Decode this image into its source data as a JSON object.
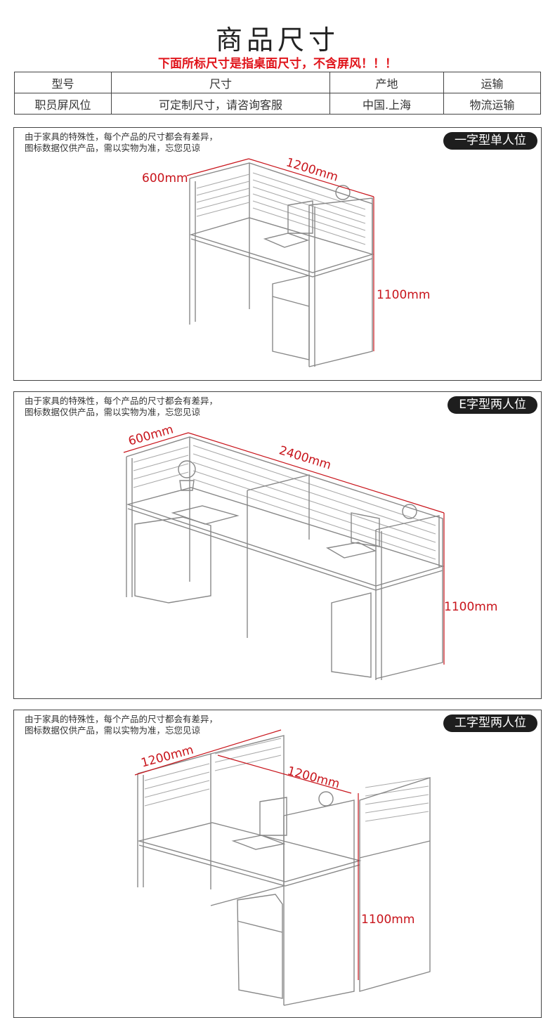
{
  "page": {
    "title": "商品尺寸",
    "subtitle": "下面所标尺寸是指桌面尺寸，不含屏风！！！"
  },
  "spec_table": {
    "headers": [
      "型号",
      "尺寸",
      "产地",
      "运输"
    ],
    "row": [
      "职员屏风位",
      "可定制尺寸，请咨询客服",
      "中国.上海",
      "物流运输"
    ]
  },
  "panels": [
    {
      "note_line1": "由于家具的特殊性，每个产品的尺寸都会有差异，",
      "note_line2": "图标数据仅供产品，需以实物为准，忘您见谅",
      "badge": "一字型单人位",
      "dims": {
        "depth": "600mm",
        "width": "1200mm",
        "height": "1100mm"
      }
    },
    {
      "note_line1": "由于家具的特殊性，每个产品的尺寸都会有差异，",
      "note_line2": "图标数据仅供产品，需以实物为准，忘您见谅",
      "badge": "E字型两人位",
      "dims": {
        "depth": "600mm",
        "width": "2400mm",
        "height": "1100mm"
      }
    },
    {
      "note_line1": "由于家具的特殊性，每个产品的尺寸都会有差异，",
      "note_line2": "图标数据仅供产品，需以实物为准，忘您见谅",
      "badge": "工字型两人位",
      "dims": {
        "width_a": "1200mm",
        "width_b": "1200mm",
        "height": "1100mm"
      }
    }
  ],
  "colors": {
    "accent": "#e0141b",
    "dimension": "#c8141b",
    "badge_bg": "#1e1e1e",
    "line": "#777777"
  }
}
